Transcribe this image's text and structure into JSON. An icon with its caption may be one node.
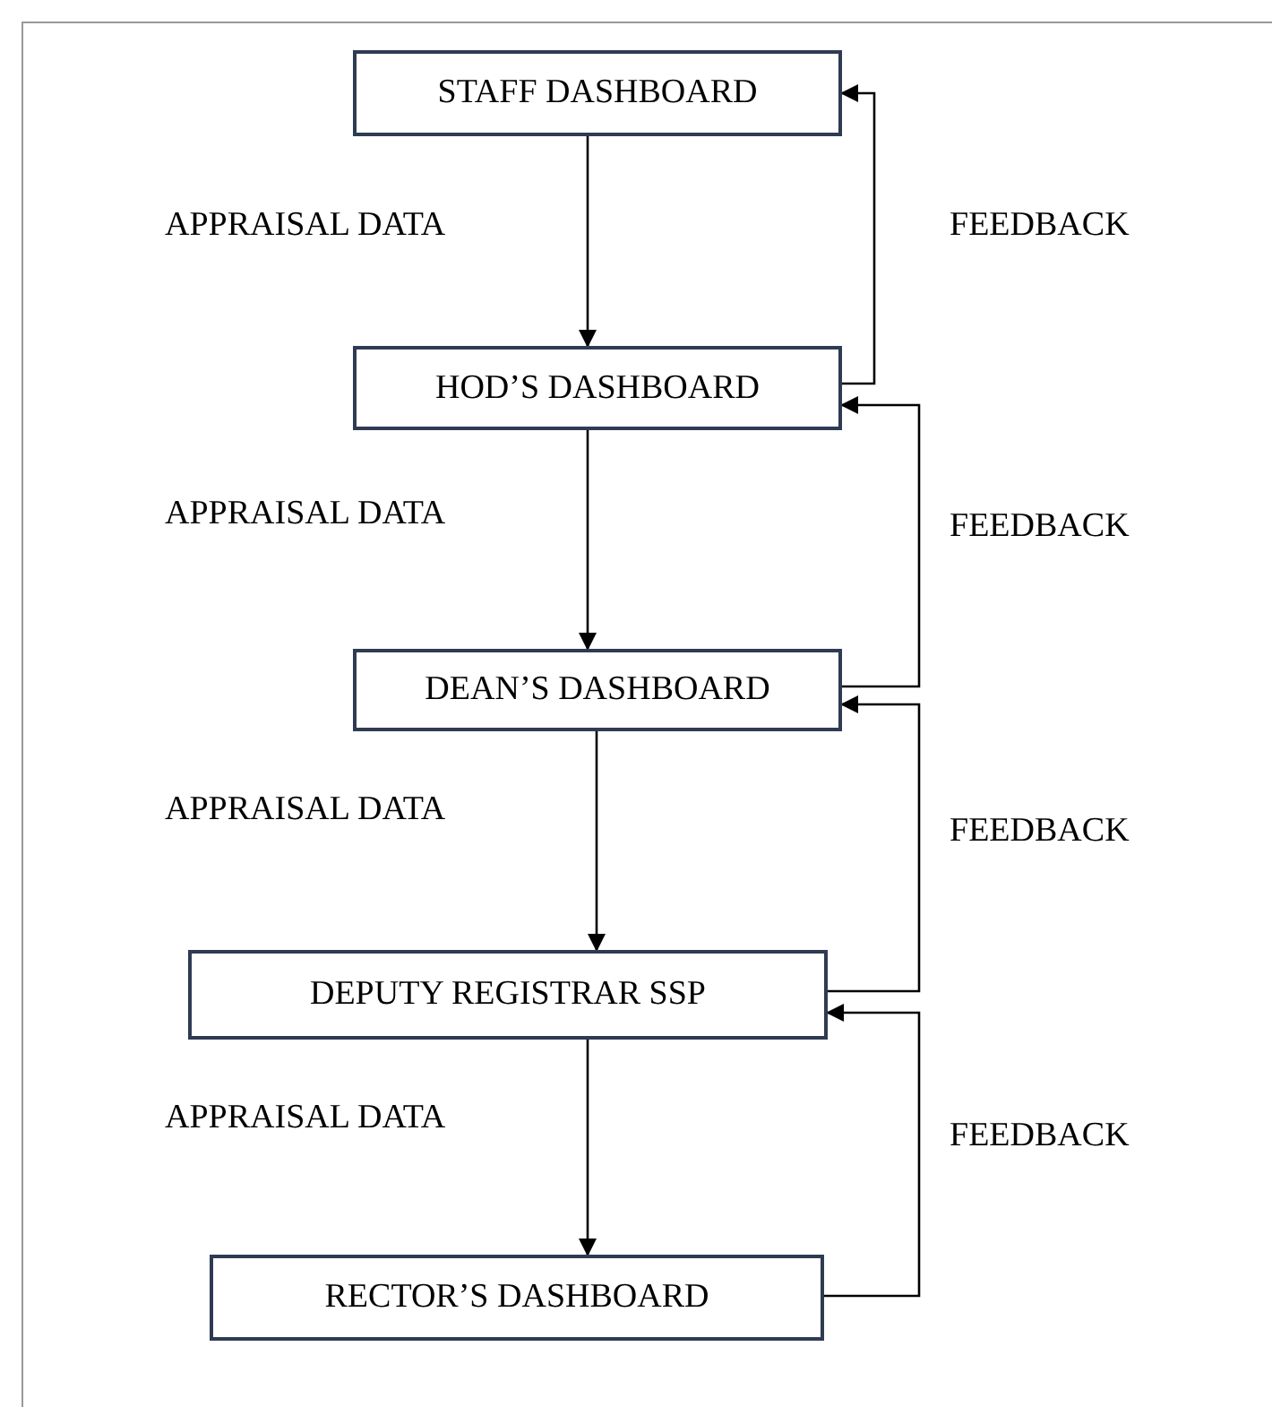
{
  "diagram": {
    "nodes": [
      {
        "text": [
          "STAFF DASHBOARD"
        ]
      },
      {
        "text": [
          "HOD’S DASHBOARD"
        ]
      },
      {
        "text": [
          "DEAN’S DASHBOARD"
        ]
      },
      {
        "text": [
          "DEPUTY REGISTRAR SSP"
        ]
      },
      {
        "text": [
          "RECTOR’S DASHBOARD"
        ]
      }
    ],
    "edges": [
      {
        "from": 0,
        "to": 1,
        "arrow": "to",
        "label": "APPRAISAL DATA"
      },
      {
        "from": 1,
        "to": 0,
        "arrow": "to",
        "label": "FEEDBACK"
      },
      {
        "from": 1,
        "to": 2,
        "arrow": "to",
        "label": "APPRAISAL DATA"
      },
      {
        "from": 2,
        "to": 1,
        "arrow": "to",
        "label": "FEEDBACK"
      },
      {
        "from": 2,
        "to": 3,
        "arrow": "to",
        "label": "APPRAISAL DATA"
      },
      {
        "from": 3,
        "to": 2,
        "arrow": "to",
        "label": "FEEDBACK"
      },
      {
        "from": 3,
        "to": 4,
        "arrow": "to",
        "label": "APPRAISAL DATA"
      },
      {
        "from": 4,
        "to": 3,
        "arrow": "to",
        "label": "FEEDBACK"
      }
    ]
  }
}
